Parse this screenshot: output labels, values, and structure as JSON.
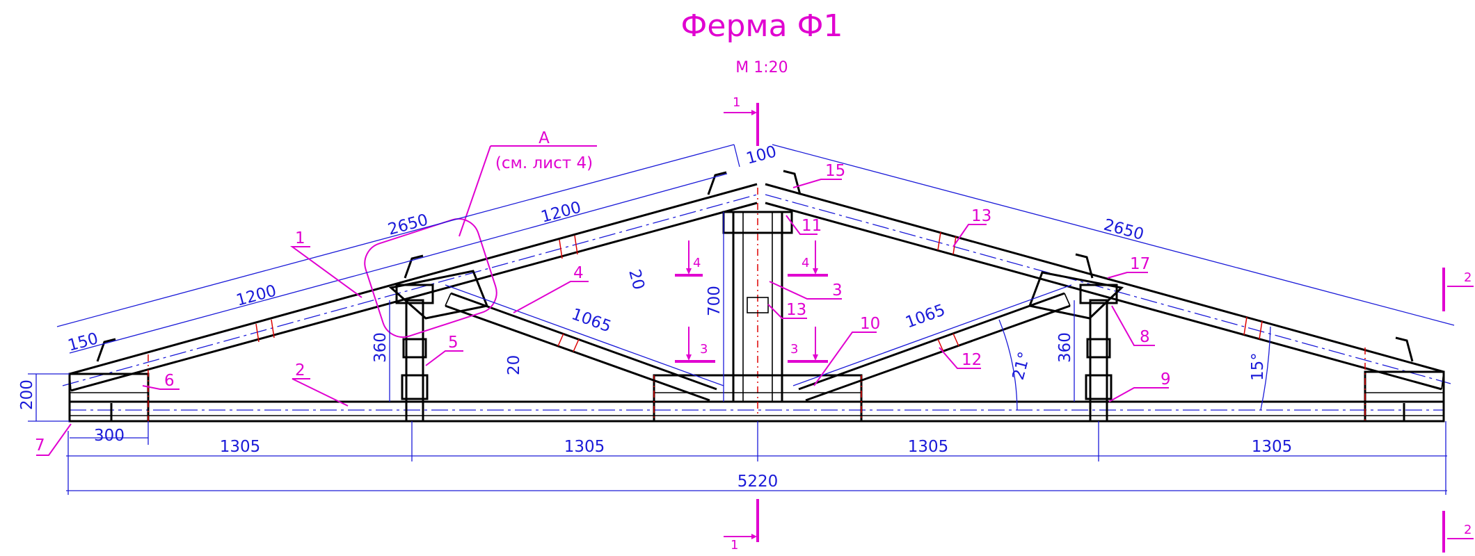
{
  "title": "Ферма Ф1",
  "scale": "М 1:20",
  "callout_a": {
    "letter": "А",
    "note": "(см. лист 4)"
  },
  "section_marks": {
    "s1": "1",
    "s2": "2",
    "s3": "3",
    "s4": "4"
  },
  "dimensions": {
    "rafter_left": "2650",
    "rafter_right": "2650",
    "panel_left_upper": "1200",
    "panel_left_lower": "1200",
    "eave_150": "150",
    "ridge_100": "100",
    "height_700": "700",
    "brace_left": "1065",
    "brace_right": "1065",
    "strut_left": "360",
    "strut_right": "360",
    "height_200": "200",
    "offset_20_top": "20",
    "offset_20_low": "20",
    "support_300": "300",
    "span_1": "1305",
    "span_2": "1305",
    "span_3": "1305",
    "span_4": "1305",
    "total_span": "5220",
    "angle_roof": "15°",
    "angle_brace": "21°"
  },
  "positions": [
    "1",
    "2",
    "3",
    "4",
    "5",
    "6",
    "7",
    "8",
    "9",
    "10",
    "11",
    "12",
    "13",
    "13",
    "15",
    "17"
  ],
  "colors": {
    "dimension": "#1a1ad8",
    "annotation": "#e000d0",
    "steel": "#000000",
    "weld": "#d00000"
  }
}
